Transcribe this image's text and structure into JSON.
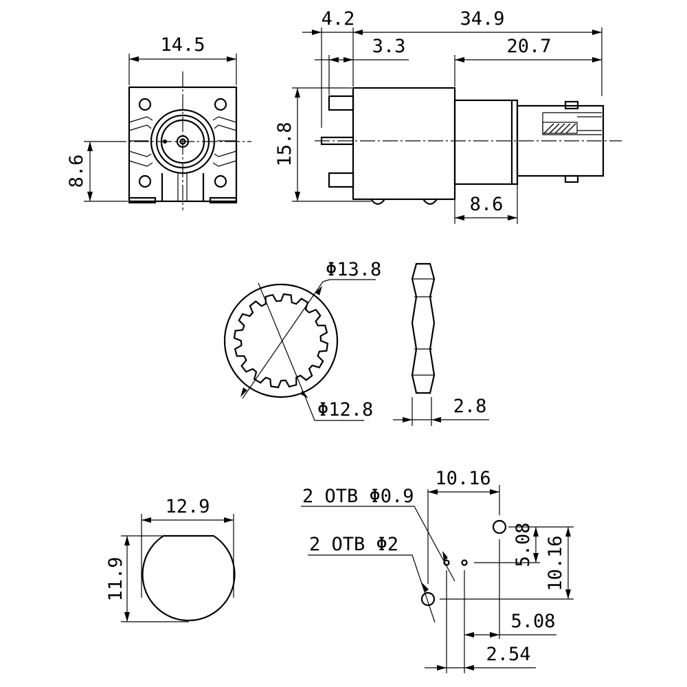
{
  "front_view": {
    "width_dim": "14.5",
    "height_dim": "8.6"
  },
  "side_view": {
    "d_pin_offset": "4.2",
    "d_total_length": "34.9",
    "d_body_length": "3.3",
    "d_thread_length": "20.7",
    "d_height": "15.8",
    "d_thread_section": "8.6"
  },
  "washer": {
    "outer_dia": "Φ13.8",
    "inner_dia": "Φ12.8"
  },
  "nut": {
    "thickness": "2.8"
  },
  "panel_cutout": {
    "width": "12.9",
    "height": "11.9"
  },
  "footprint": {
    "note_small_holes": "2 ОТВ Φ0.9",
    "note_large_holes": "2 ОТВ Φ2",
    "d_top_spacing": "10.16",
    "d_vert_small": "5.08",
    "d_vert_large": "10.16",
    "d_horiz_mid": "5.08",
    "d_horiz_small": "2.54"
  }
}
